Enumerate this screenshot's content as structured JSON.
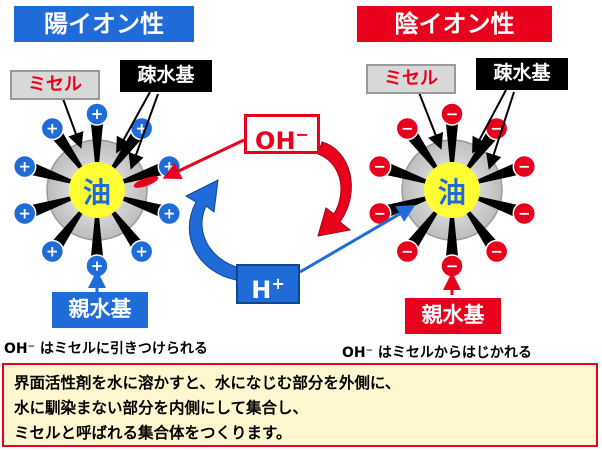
{
  "left_title": "陽イオン性",
  "right_title": "陰イオン性",
  "label_micelle": "ミセル",
  "label_hydrophobic": "疎水基",
  "label_hydrophilic": "親水基",
  "core_text": "油",
  "plus_sign": "+",
  "minus_sign": "−",
  "ion_oh": "OH",
  "ion_oh_sup": "−",
  "ion_h": "H",
  "ion_h_sup": "+",
  "caption_left": "OH⁻ はミセルに引きつけられる",
  "caption_right": "OH⁻ はミセルからはじかれる",
  "note_lines": [
    "界面活性剤を水に溶かすと、水になじむ部分を外側に、",
    "水に馴染まない部分を内側にして集合し、",
    "ミセルと呼ばれる集合体をつくります。"
  ],
  "colors": {
    "blue": "#1f6bd8",
    "red": "#e8001c",
    "yellow": "#ffff33",
    "gray": "#d8d8d8"
  }
}
